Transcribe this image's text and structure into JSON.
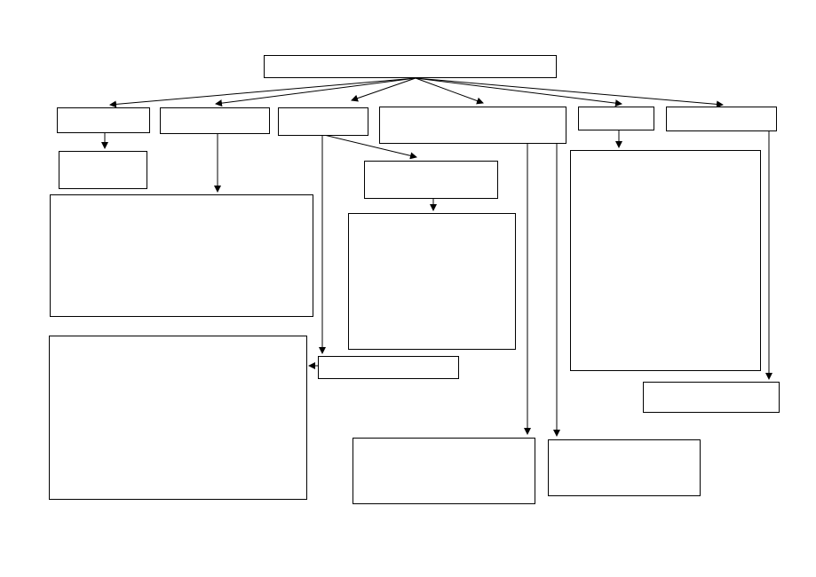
{
  "diagram": {
    "nodes": [
      {
        "id": "root",
        "label": ""
      },
      {
        "id": "branch-1",
        "label": ""
      },
      {
        "id": "branch-2",
        "label": ""
      },
      {
        "id": "branch-3",
        "label": ""
      },
      {
        "id": "branch-4",
        "label": ""
      },
      {
        "id": "branch-5",
        "label": ""
      },
      {
        "id": "branch-6",
        "label": ""
      },
      {
        "id": "branch-1-child",
        "label": ""
      },
      {
        "id": "branch-2-child",
        "label": ""
      },
      {
        "id": "branch-3-child-a",
        "label": ""
      },
      {
        "id": "branch-3-child-a-child",
        "label": ""
      },
      {
        "id": "branch-3-child-b",
        "label": ""
      },
      {
        "id": "branch-3-child-b-target",
        "label": ""
      },
      {
        "id": "branch-4-child-a",
        "label": ""
      },
      {
        "id": "branch-4-child-b",
        "label": ""
      },
      {
        "id": "branch-5-child",
        "label": ""
      },
      {
        "id": "branch-6-child",
        "label": ""
      }
    ],
    "edges": [
      {
        "from": "root",
        "to": "branch-1"
      },
      {
        "from": "root",
        "to": "branch-2"
      },
      {
        "from": "root",
        "to": "branch-3"
      },
      {
        "from": "root",
        "to": "branch-4"
      },
      {
        "from": "root",
        "to": "branch-5"
      },
      {
        "from": "root",
        "to": "branch-6"
      },
      {
        "from": "branch-1",
        "to": "branch-1-child"
      },
      {
        "from": "branch-2",
        "to": "branch-2-child"
      },
      {
        "from": "branch-3",
        "to": "branch-3-child-a"
      },
      {
        "from": "branch-3-child-a",
        "to": "branch-3-child-a-child"
      },
      {
        "from": "branch-3",
        "to": "branch-3-child-b"
      },
      {
        "from": "branch-3-child-b",
        "to": "branch-3-child-b-target"
      },
      {
        "from": "branch-4",
        "to": "branch-4-child-a"
      },
      {
        "from": "branch-4",
        "to": "branch-4-child-b"
      },
      {
        "from": "branch-5",
        "to": "branch-5-child"
      },
      {
        "from": "branch-6",
        "to": "branch-6-child"
      }
    ]
  }
}
